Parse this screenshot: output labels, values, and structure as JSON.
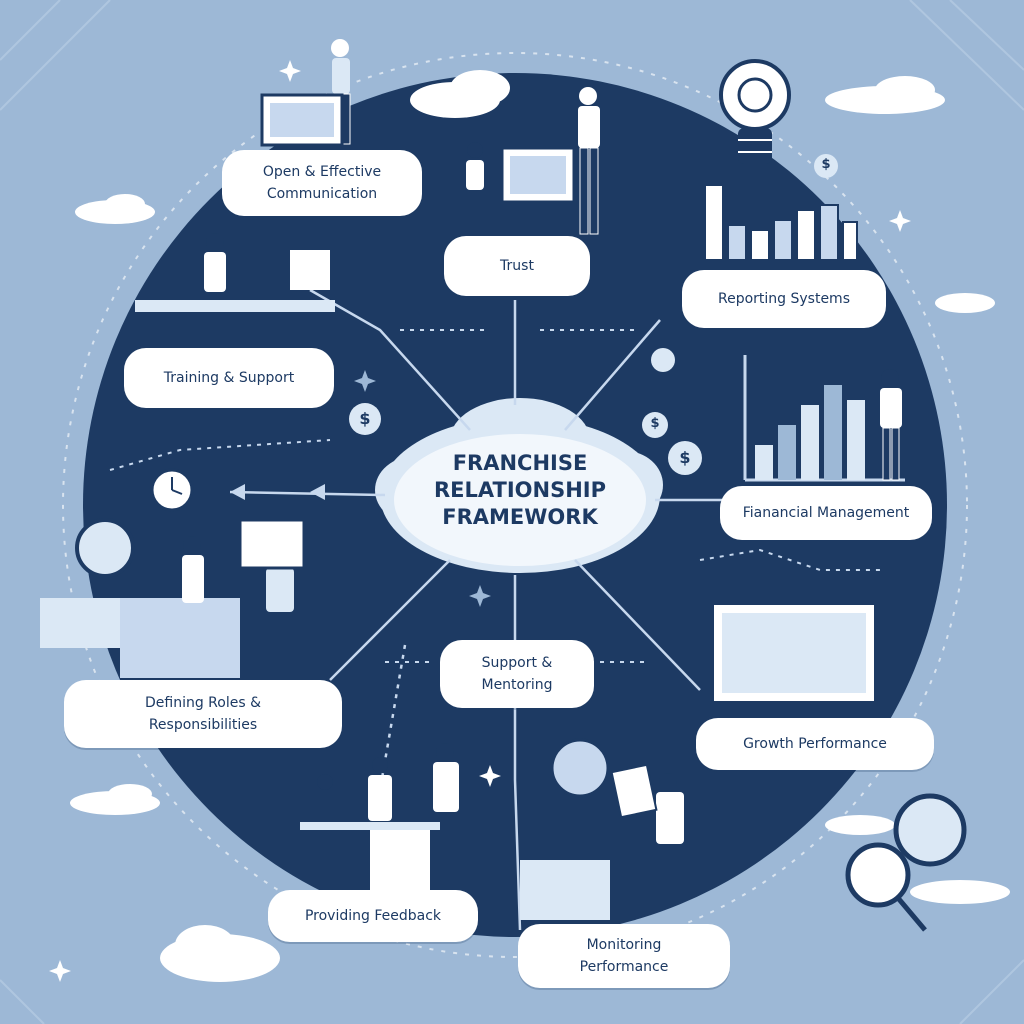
{
  "center": {
    "title_lines": [
      "FRANCHISE",
      "RELATIONSHIP",
      "FRAMEWORK"
    ]
  },
  "nodes": {
    "open_communication": [
      "Open & Effective",
      "Communication"
    ],
    "trust": [
      "Trust"
    ],
    "reporting_systems": [
      "Reporting Systems"
    ],
    "training_support": [
      "Training & Support"
    ],
    "financial_management": [
      "Fianancial Management"
    ],
    "defining_roles": [
      "Defining Roles &",
      "Responsibilities"
    ],
    "support_mentoring": [
      "Support &",
      "Mentoring"
    ],
    "growth_performance": [
      "Growth Performance"
    ],
    "providing_feedback": [
      "Providing Feedback"
    ],
    "monitoring_performance": [
      "Monitoring",
      "Performance"
    ]
  },
  "icons": {
    "dollar_symbol": "$"
  },
  "colors": {
    "background": "#9db8d6",
    "circle": "#1d3a63",
    "accent": "#5b84b8",
    "node_fill": "#ffffff",
    "text": "#1d3a63"
  }
}
